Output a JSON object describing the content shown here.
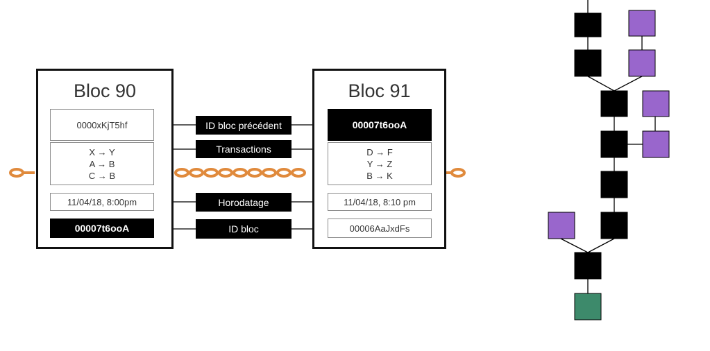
{
  "block_left": {
    "title": "Bloc 90",
    "prev_id": "0000xKjT5hf",
    "transactions": [
      "X → Y",
      "A → B",
      "C → B"
    ],
    "timestamp": "11/04/18, 8:00pm",
    "block_id": "00007t6ooA"
  },
  "block_right": {
    "title": "Bloc 91",
    "prev_id": "00007t6ooA",
    "transactions": [
      "D → F",
      "Y → Z",
      "B → K"
    ],
    "timestamp": "11/04/18, 8:10 pm",
    "block_id": "00006AaJxdFs"
  },
  "labels": {
    "prev_id": "ID bloc précédent",
    "transactions": "Transactions",
    "timestamp": "Horodatage",
    "block_id": "ID bloc"
  },
  "colors": {
    "chain": "#e08a3c",
    "main_block": "#000000",
    "orphan_block": "#9966cc",
    "genesis_block": "#3d8a6b"
  }
}
